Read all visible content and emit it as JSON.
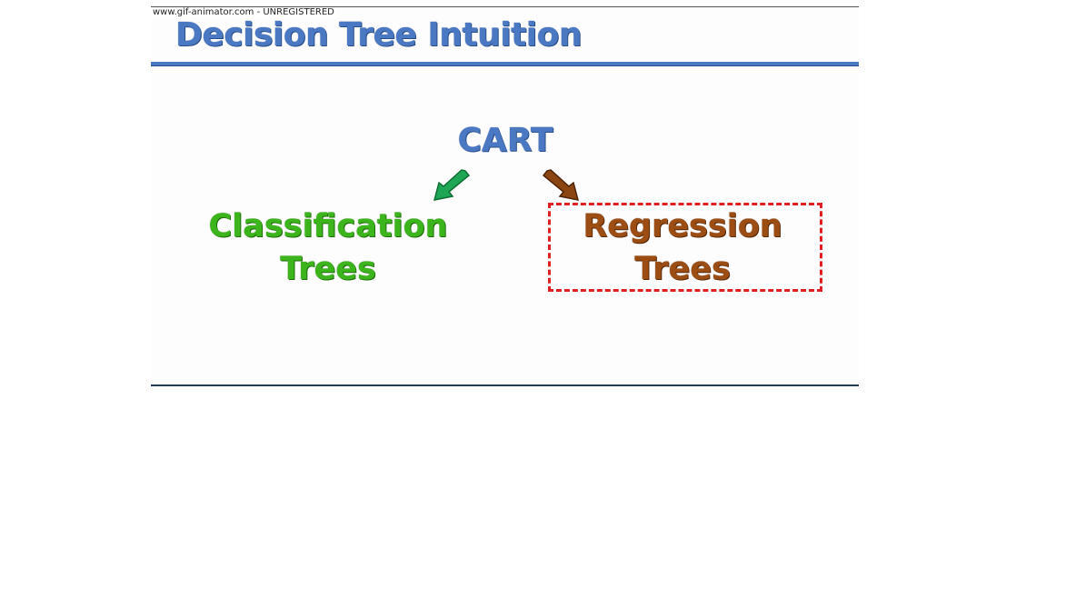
{
  "watermark": "www.gif-animator.com - UNREGISTERED",
  "slide": {
    "title": "Decision Tree Intuition"
  },
  "diagram": {
    "root": "CART",
    "left": {
      "line1": "Classification",
      "line2": "Trees",
      "color": "#3cb41c",
      "arrow_color": "#1fa654"
    },
    "right": {
      "line1": "Regression",
      "line2": "Trees",
      "color": "#9c4d14",
      "arrow_color": "#8b4513",
      "highlighted": true,
      "highlight_color": "#e02020"
    }
  }
}
